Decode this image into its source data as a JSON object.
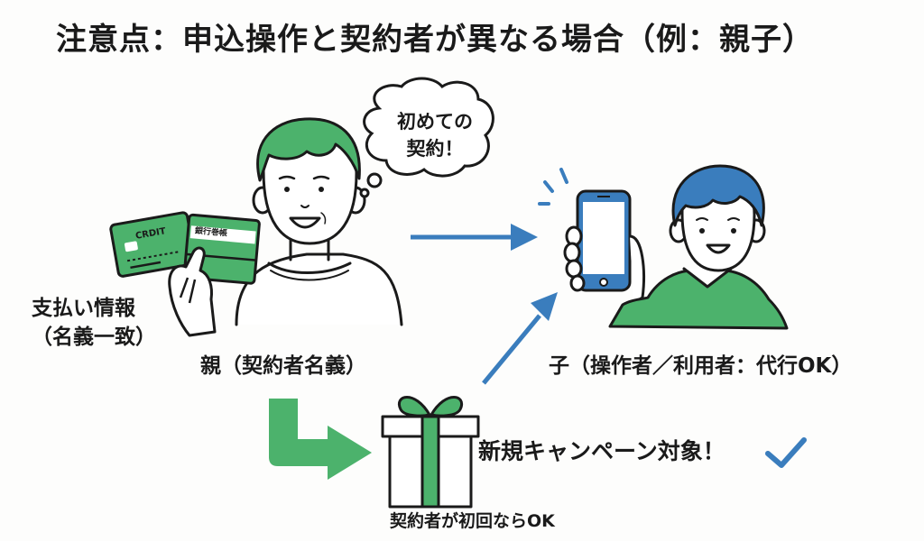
{
  "title": "注意点：申込操作と契約者が異なる場合（例：親子）",
  "parent": {
    "thought_bubble": [
      "初めての",
      "契約！"
    ],
    "caption": "親（契約者名義）",
    "cards": {
      "credit_card_label": "CRDIT",
      "bankbook_label": "銀行巻帳"
    }
  },
  "payment_info": {
    "line1": "支払い情報",
    "line2": "（名義一致）"
  },
  "child": {
    "caption": "子（操作者／利用者：代行OK）"
  },
  "campaign": {
    "label": "新規キャンペーン対象！",
    "condition": "契約者が初回ならOK"
  },
  "icons": {
    "gift": "gift-icon",
    "check": "checkmark-icon",
    "smartphone": "smartphone-icon",
    "arrow_right": "arrow-right-icon",
    "arrow_diagonal": "arrow-up-right-icon",
    "arrow_turn": "turn-down-right-arrow-icon"
  },
  "colors": {
    "green": "#4cb26c",
    "blue": "#3a7dbd",
    "outline": "#1a1a1a",
    "background": "#fdfdfc"
  }
}
